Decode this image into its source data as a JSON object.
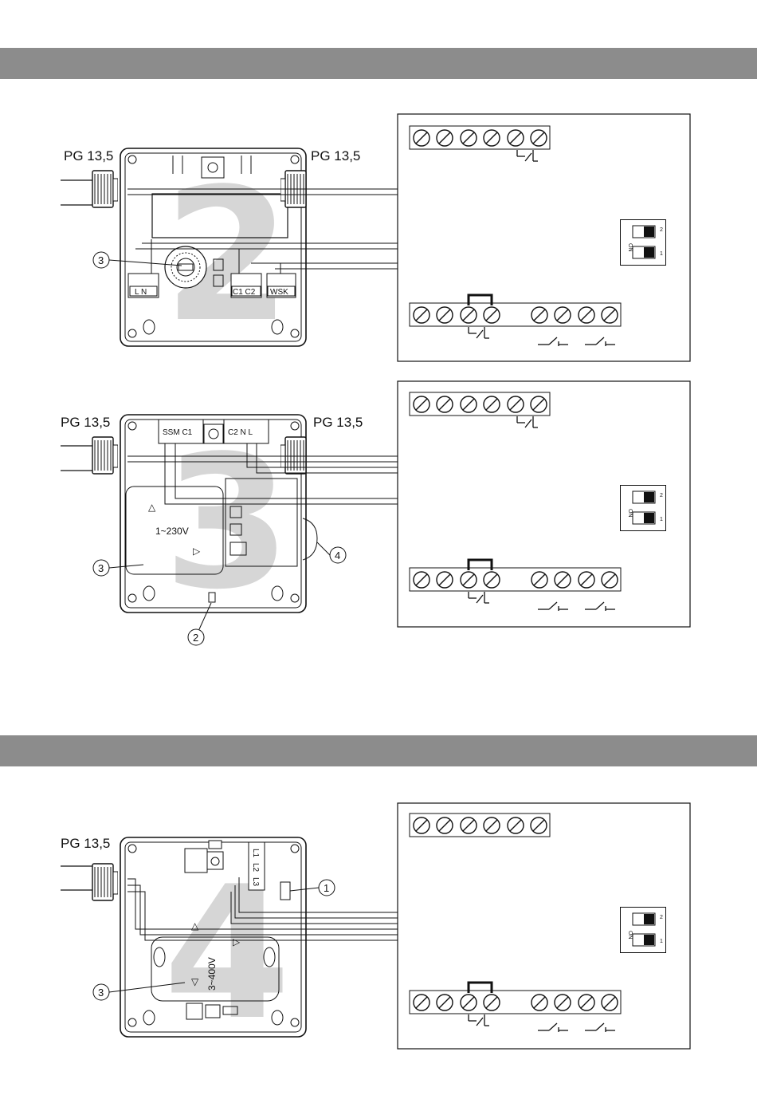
{
  "pg_label": "PG 13,5",
  "fig2": {
    "big_numeral": "2",
    "callout": "3",
    "terminal_ln": "L  N",
    "terminal_c1c2": "C1 C2",
    "terminal_wsk": "WSK"
  },
  "fig3": {
    "big_numeral": "3",
    "terminal_ssm": "SSM C1",
    "terminal_c2nl": "C2  N  L",
    "voltage": "1~230V",
    "callouts": [
      "3",
      "4",
      "2"
    ]
  },
  "fig4": {
    "big_numeral": "4",
    "terminal_l123": [
      "L1",
      "L2",
      "L3"
    ],
    "voltage": "3~400V",
    "callouts": [
      "1",
      "3"
    ]
  },
  "dip": {
    "on": "ON",
    "num1": "1",
    "num2": "2"
  }
}
